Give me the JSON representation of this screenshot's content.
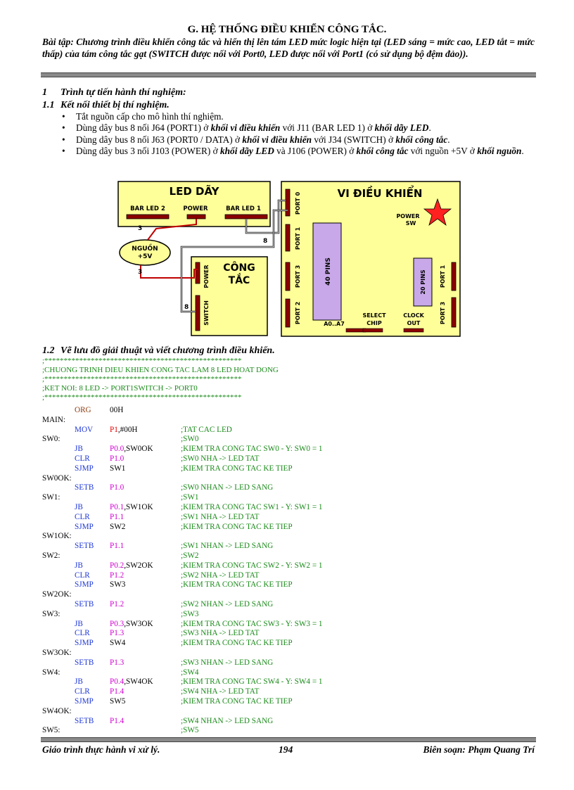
{
  "title": "G. HỆ THỐNG ĐIỀU KHIỂN CÔNG TẮC.",
  "exercise": "Bài tập: Chương trình điều khiển công tắc và hiển thị lên tám LED mức logic hiện tại (LED sáng = mức cao, LED tắt = mức thấp) của tám công tắc gạt (SWITCH được nối với Port0, LED được nối với Port1 (có sử dụng bộ đệm đảo)).",
  "section1": {
    "num": "1",
    "title": "Trình tự tiến hành thí nghiệm:"
  },
  "section11": {
    "num": "1.1",
    "title": "Kết nối thiết bị thí nghiệm."
  },
  "bullets": [
    {
      "pre": "Tắt nguồn cấp cho mô hình thí nghiệm.",
      "b1": "",
      "mid": "",
      "b2": "",
      "post": ""
    },
    {
      "pre": "Dùng dây bus 8 nối J64 (PORT1) ở ",
      "b1": "khối vi điều khiển",
      "mid": " với J11 (BAR LED 1) ở ",
      "b2": "khối dãy LED",
      "post": "."
    },
    {
      "pre": "Dùng dây bus 8 nối J63 (PORT0 / DATA) ở ",
      "b1": "khối vi điều khiển",
      "mid": " với J34 (SWITCH) ở ",
      "b2": "khối công tắc",
      "post": "."
    },
    {
      "pre": "Dùng dây bus 3 nối J103 (POWER) ở ",
      "b1": "khối dãy LED",
      "mid": " và J106 (POWER) ở ",
      "b2": "khối công tắc",
      "post": " với nguồn +5V ở ",
      "b3": "khối nguồn",
      "post2": "."
    }
  ],
  "diagram": {
    "led_title": "LED DÃY",
    "bar_led2": "BAR LED 2",
    "power": "POWER",
    "bar_led1": "BAR LED 1",
    "bus8": "8",
    "nguon1": "NGUỒN",
    "nguon2": "+5V",
    "bus3": "3",
    "cong": "CÔNG",
    "tac": "TẮC",
    "switch_lbl": "SWITCH",
    "power_v": "POWER",
    "vdk_title": "VI ĐIỀU KHIỂN",
    "power_sw1": "POWER",
    "power_sw2": "SW",
    "port0": "PORT 0",
    "port1": "PORT 1",
    "port3": "PORT 3",
    "port2": "PORT 2",
    "pins40": "40 PINS",
    "pins20": "20 PINS",
    "port1r": "PORT 1",
    "port3r": "PORT 3",
    "a0a7": "A0..A7",
    "select": "SELECT",
    "chip": "CHIP",
    "clock": "CLOCK",
    "out": "OUT"
  },
  "section12": {
    "num": "1.2",
    "title": "Vẽ lưu đồ giải thuật và viết chương trình điều khiển."
  },
  "comments": [
    ";***************************************************",
    ";CHUONG TRINH DIEU KHIEN CONG TAC LAM 8 LED HOAT DONG",
    ";***************************************************",
    ";KET NOI: 8 LED -> PORT1SWITCH -> PORT0",
    ";***************************************************"
  ],
  "code": [
    {
      "l": "",
      "m": "ORG",
      "mc": "brown",
      "o": "00H",
      "oc": "",
      "o2": "",
      "c": ""
    },
    {
      "l": "MAIN:",
      "m": "",
      "mc": "",
      "o": "",
      "oc": "",
      "o2": "",
      "c": ""
    },
    {
      "l": "",
      "m": "MOV",
      "mc": "blue",
      "o": "P1",
      "oc": "red",
      "o2": ",#00H",
      "c": ";TAT CAC LED"
    },
    {
      "l": "SW0:",
      "m": "",
      "mc": "",
      "o": "",
      "oc": "",
      "o2": "",
      "c": ";SW0"
    },
    {
      "l": "",
      "m": "JB",
      "mc": "blue",
      "o": "P0.0",
      "oc": "mag",
      "o2": ",SW0OK",
      "c": ";KIEM TRA CONG TAC SW0 - Y: SW0 = 1"
    },
    {
      "l": "",
      "m": "CLR",
      "mc": "blue",
      "o": "P1.0",
      "oc": "mag",
      "o2": "",
      "c": ";SW0 NHA -> LED TAT"
    },
    {
      "l": "",
      "m": "SJMP",
      "mc": "blue",
      "o": "SW1",
      "oc": "",
      "o2": "",
      "c": ";KIEM TRA CONG TAC KE TIEP"
    },
    {
      "l": "SW0OK:",
      "m": "",
      "mc": "",
      "o": "",
      "oc": "",
      "o2": "",
      "c": ""
    },
    {
      "l": "",
      "m": "SETB",
      "mc": "blue",
      "o": "P1.0",
      "oc": "mag",
      "o2": "",
      "c": ";SW0 NHAN -> LED SANG"
    },
    {
      "l": "SW1:",
      "m": "",
      "mc": "",
      "o": "",
      "oc": "",
      "o2": "",
      "c": ";SW1"
    },
    {
      "l": "",
      "m": "JB",
      "mc": "blue",
      "o": "P0.1",
      "oc": "mag",
      "o2": ",SW1OK",
      "c": ";KIEM TRA CONG TAC SW1 - Y: SW1 = 1"
    },
    {
      "l": "",
      "m": "CLR",
      "mc": "blue",
      "o": "P1.1",
      "oc": "mag",
      "o2": "",
      "c": ";SW1 NHA -> LED TAT"
    },
    {
      "l": "",
      "m": "SJMP",
      "mc": "blue",
      "o": "SW2",
      "oc": "",
      "o2": "",
      "c": ";KIEM TRA CONG TAC KE TIEP"
    },
    {
      "l": "SW1OK:",
      "m": "",
      "mc": "",
      "o": "",
      "oc": "",
      "o2": "",
      "c": ""
    },
    {
      "l": "",
      "m": "SETB",
      "mc": "blue",
      "o": "P1.1",
      "oc": "mag",
      "o2": "",
      "c": ";SW1 NHAN -> LED SANG"
    },
    {
      "l": "SW2:",
      "m": "",
      "mc": "",
      "o": "",
      "oc": "",
      "o2": "",
      "c": ";SW2"
    },
    {
      "l": "",
      "m": "JB",
      "mc": "blue",
      "o": "P0.2",
      "oc": "mag",
      "o2": ",SW2OK",
      "c": ";KIEM TRA CONG TAC SW2 - Y: SW2 = 1"
    },
    {
      "l": "",
      "m": "CLR",
      "mc": "blue",
      "o": "P1.2",
      "oc": "mag",
      "o2": "",
      "c": ";SW2 NHA -> LED TAT"
    },
    {
      "l": "",
      "m": "SJMP",
      "mc": "blue",
      "o": "SW3",
      "oc": "",
      "o2": "",
      "c": ";KIEM TRA CONG TAC KE TIEP"
    },
    {
      "l": "SW2OK:",
      "m": "",
      "mc": "",
      "o": "",
      "oc": "",
      "o2": "",
      "c": ""
    },
    {
      "l": "",
      "m": "SETB",
      "mc": "blue",
      "o": "P1.2",
      "oc": "mag",
      "o2": "",
      "c": ";SW2 NHAN -> LED SANG"
    },
    {
      "l": "SW3:",
      "m": "",
      "mc": "",
      "o": "",
      "oc": "",
      "o2": "",
      "c": ";SW3"
    },
    {
      "l": "",
      "m": "JB",
      "mc": "blue",
      "o": "P0.3",
      "oc": "mag",
      "o2": ",SW3OK",
      "c": ";KIEM TRA CONG TAC SW3 - Y: SW3 = 1"
    },
    {
      "l": "",
      "m": "CLR",
      "mc": "blue",
      "o": "P1.3",
      "oc": "mag",
      "o2": "",
      "c": ";SW3 NHA -> LED TAT"
    },
    {
      "l": "",
      "m": "SJMP",
      "mc": "blue",
      "o": "SW4",
      "oc": "",
      "o2": "",
      "c": ";KIEM TRA CONG TAC KE TIEP"
    },
    {
      "l": "SW3OK:",
      "m": "",
      "mc": "",
      "o": "",
      "oc": "",
      "o2": "",
      "c": ""
    },
    {
      "l": "",
      "m": "SETB",
      "mc": "blue",
      "o": "P1.3",
      "oc": "mag",
      "o2": "",
      "c": ";SW3 NHAN -> LED SANG"
    },
    {
      "l": "SW4:",
      "m": "",
      "mc": "",
      "o": "",
      "oc": "",
      "o2": "",
      "c": ";SW4"
    },
    {
      "l": "",
      "m": "JB",
      "mc": "blue",
      "o": "P0.4",
      "oc": "mag",
      "o2": ",SW4OK",
      "c": ";KIEM TRA CONG TAC SW4 - Y: SW4 = 1"
    },
    {
      "l": "",
      "m": "CLR",
      "mc": "blue",
      "o": "P1.4",
      "oc": "mag",
      "o2": "",
      "c": ";SW4 NHA -> LED TAT"
    },
    {
      "l": "",
      "m": "SJMP",
      "mc": "blue",
      "o": "SW5",
      "oc": "",
      "o2": "",
      "c": ";KIEM TRA CONG TAC KE TIEP"
    },
    {
      "l": "SW4OK:",
      "m": "",
      "mc": "",
      "o": "",
      "oc": "",
      "o2": "",
      "c": ""
    },
    {
      "l": "",
      "m": "SETB",
      "mc": "blue",
      "o": "P1.4",
      "oc": "mag",
      "o2": "",
      "c": ";SW4 NHAN -> LED SANG"
    },
    {
      "l": "SW5:",
      "m": "",
      "mc": "",
      "o": "",
      "oc": "",
      "o2": "",
      "c": ";SW5"
    }
  ],
  "footer": {
    "left": "Giáo trình thực hành vi xử lý.",
    "page": "194",
    "right": "Biên soạn: Phạm Quang Trí"
  }
}
